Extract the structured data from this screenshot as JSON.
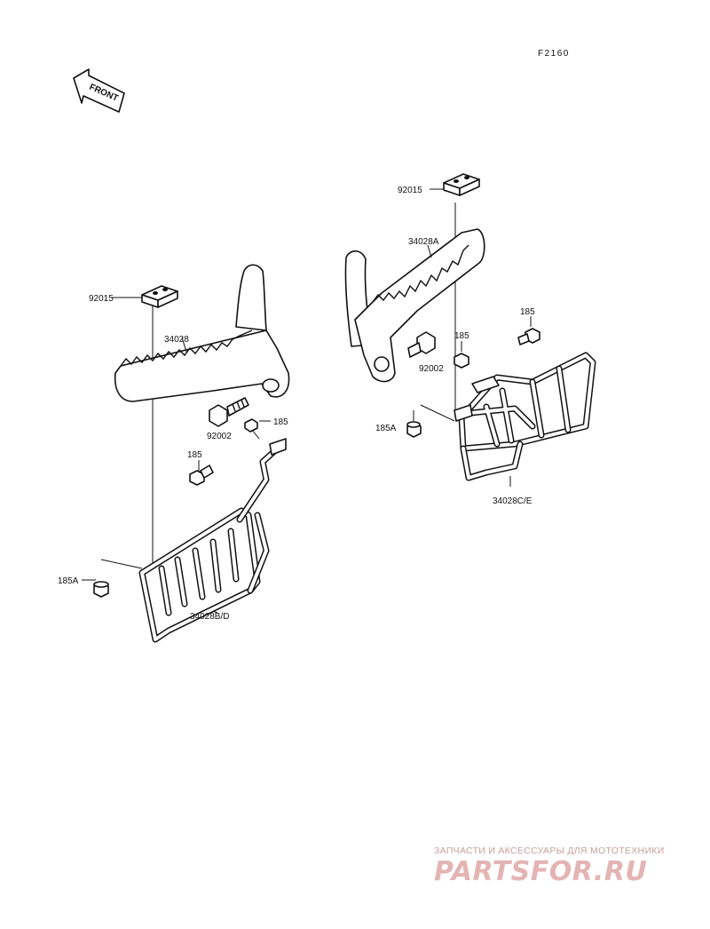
{
  "figure_code": "F2160",
  "front_arrow_label": "FRONT",
  "parts_left": {
    "footrest_bracket_label": "92015",
    "footrest_label": "34028",
    "bolt_label": "92002",
    "bolt_small_right_label": "185",
    "bolt_small_left_label": "185",
    "bolt_flange_label": "185A",
    "guard_label": "34028B/D"
  },
  "parts_right": {
    "footrest_bracket_label": "92015",
    "footrest_label": "34028A",
    "bolt_label": "92002",
    "bolt_small_a_label": "185",
    "bolt_small_b_label": "185",
    "bolt_flange_label": "185A",
    "guard_label": "34028C/E"
  },
  "watermark": {
    "tagline": "ЗАПЧАСТИ И АКСЕССУАРЫ ДЛЯ МОТОТЕХНИКИ",
    "logo": "PARTSFOR.RU"
  }
}
